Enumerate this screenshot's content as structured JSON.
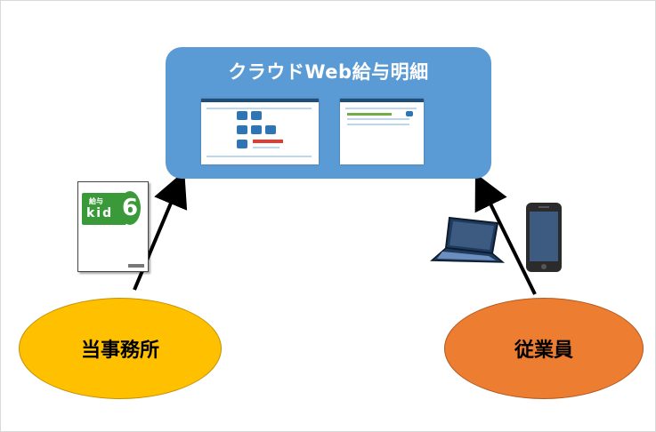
{
  "cloud": {
    "title": "クラウドWeb給与明細"
  },
  "nodes": {
    "office": "当事務所",
    "staff": "従業員"
  },
  "product": {
    "small_label": "給与",
    "big_label": "kid",
    "number": "6"
  },
  "colors": {
    "cloud_box": "#5b9bd5",
    "office": "#ffc000",
    "staff": "#ed7d31",
    "product_green": "#3a9a3a"
  },
  "icons": [
    "laptop-icon",
    "smartphone-icon",
    "arrow-up-icon"
  ]
}
